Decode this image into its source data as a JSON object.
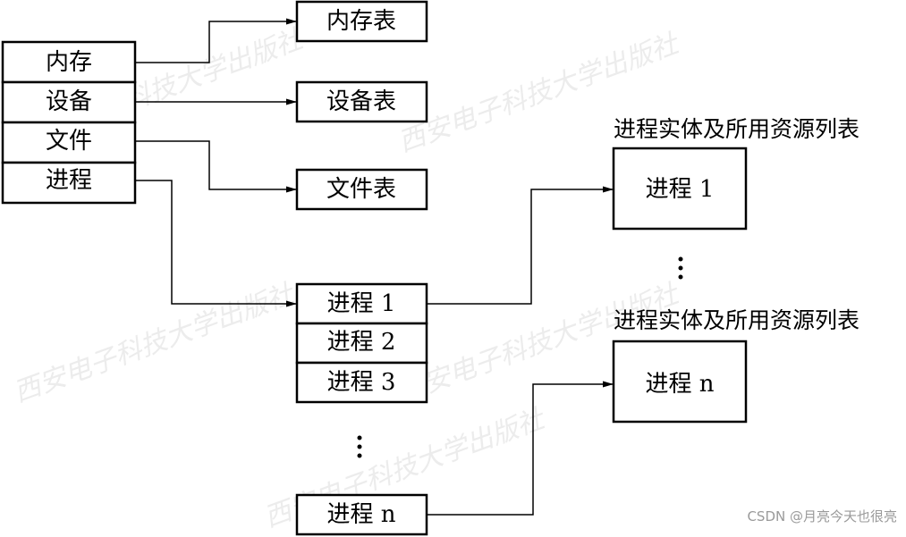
{
  "resource_index": {
    "items": [
      "内存",
      "设备",
      "文件",
      "进程"
    ]
  },
  "tables": {
    "memory": "内存表",
    "device": "设备表",
    "file": "文件表"
  },
  "process_table": {
    "entries": [
      "进程 1",
      "进程 2",
      "进程 3"
    ],
    "ellipsis": "⋮",
    "last": "进程 n"
  },
  "process_entities": {
    "caption_1": "进程实体及所用资源列表",
    "entity_1": "进程 1",
    "ellipsis": "⋮",
    "caption_n": "进程实体及所用资源列表",
    "entity_n": "进程 n"
  },
  "watermark": {
    "text": "西安电子科技大学出版社"
  },
  "credit": "CSDN @月亮今天也很亮",
  "colors": {
    "line": "#000000",
    "background": "#ffffff",
    "watermark": "#c8c8c8",
    "credit": "#9a9a9a"
  }
}
